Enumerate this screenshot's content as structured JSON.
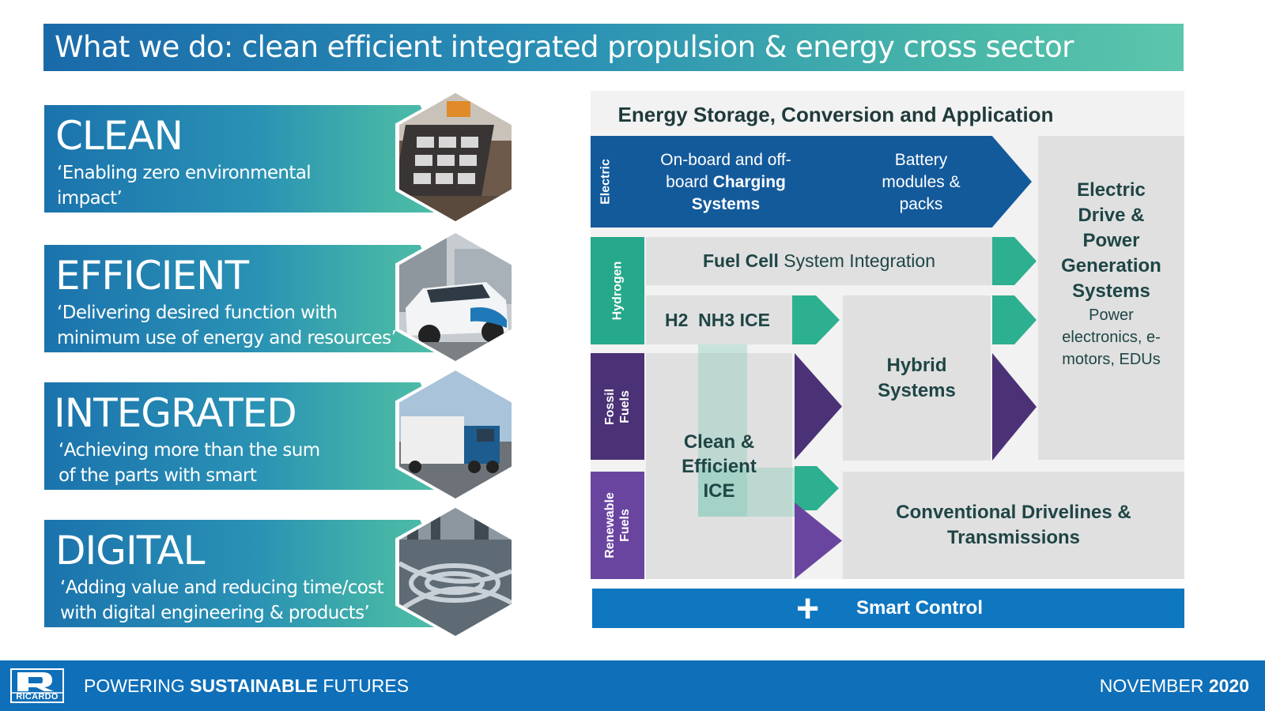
{
  "title": "What we do: clean efficient integrated propulsion & energy cross sector",
  "pillars": [
    {
      "title": "CLEAN",
      "line1": "‘Enabling zero environmental",
      "line2": "impact’"
    },
    {
      "title": "EFFICIENT",
      "line1": "‘Delivering desired function with",
      "line2": "minimum use of energy and resources’"
    },
    {
      "title": "INTEGRATED",
      "line1": "‘Achieving more than the sum",
      "line2": "of the parts with smart"
    },
    {
      "title": "DIGITAL",
      "line1": "‘Adding value and reducing time/cost",
      "line2": "with digital engineering & products’"
    }
  ],
  "diagram": {
    "header": "Energy Storage, Conversion and Application",
    "sources": {
      "electric": "Electric",
      "hydrogen": "Hydrogen",
      "fossil_1": "Fossil",
      "fossil_2": "Fuels",
      "renewable_1": "Renewable",
      "renewable_2": "Fuels"
    },
    "charging": {
      "line1": "On-board and off-",
      "line2_plain": "board ",
      "line2_bold": "Charging",
      "line3_bold": "Systems"
    },
    "battery": {
      "line1": "Battery",
      "line2": "modules &",
      "line3": "packs"
    },
    "fuel_cell": {
      "bold": "Fuel Cell",
      "plain": " System Integration"
    },
    "h2_ice": "H2  NH3 ICE",
    "hybrid": {
      "line1": "Hybrid",
      "line2": "Systems"
    },
    "ice": {
      "line1": "Clean &",
      "line2": "Efficient",
      "line3": "ICE"
    },
    "conventional": {
      "line1": "Conventional Drivelines &",
      "line2": "Transmissions"
    },
    "electric_drive": {
      "l1": "Electric",
      "l2": "Drive &",
      "l3": "Power",
      "l4": "Generation",
      "l5": "Systems",
      "s1": "Power",
      "s2": "electronics, e-",
      "s3": "motors, EDUs"
    },
    "smart_control": "Smart Control",
    "plus_symbol": "+"
  },
  "footer": {
    "logo_text": "RICARDO",
    "tag_plain1": "POWERING ",
    "tag_bold": "SUSTAINABLE",
    "tag_plain2": " FUTURES",
    "date_plain": "NOVEMBER ",
    "date_bold": "2020"
  },
  "colors": {
    "electric_blue": "#135a9b",
    "teal": "#2db08f",
    "hydrogen_green": "#26a88a",
    "fossil_purple": "#4b3176",
    "renewable_purple": "#6a45a0",
    "smart_blue": "#0f76c0",
    "footer_blue": "#0f6fb8"
  }
}
